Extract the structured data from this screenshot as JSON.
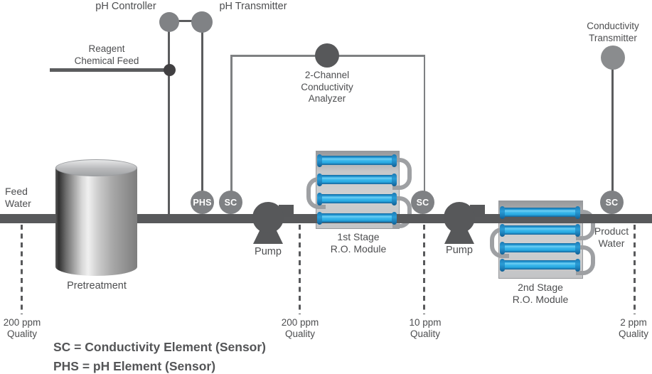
{
  "colors": {
    "pipe": "#58595b",
    "instrument_circle": "#808285",
    "dark_circle": "#57585a",
    "tube_blue": "#29abe2",
    "text": "#4d4e50"
  },
  "top": {
    "ph_controller": "pH Controller",
    "ph_transmitter": "pH Transmitter",
    "reagent_line1": "Reagent",
    "reagent_line2": "Chemical Feed",
    "analyzer_line1": "2-Channel",
    "analyzer_line2": "Conductivity",
    "analyzer_line3": "Analyzer",
    "cond_transmitter_line1": "Conductivity",
    "cond_transmitter_line2": "Transmitter"
  },
  "flow": {
    "feed_water_line1": "Feed",
    "feed_water_line2": "Water",
    "pretreatment": "Pretreatment",
    "pump1": "Pump",
    "pump2": "Pump",
    "module1_line1": "1st Stage",
    "module1_line2": "R.O. Module",
    "module2_line1": "2nd Stage",
    "module2_line2": "R.O. Module",
    "product_water_line1": "Product",
    "product_water_line2": "Water"
  },
  "sensors": {
    "phs": "PHS",
    "sc1": "SC",
    "sc2": "SC",
    "sc3": "SC"
  },
  "quality_markers": [
    {
      "value": "200 ppm",
      "label": "Quality"
    },
    {
      "value": "200 ppm",
      "label": "Quality"
    },
    {
      "value": "10 ppm",
      "label": "Quality"
    },
    {
      "value": "2 ppm",
      "label": "Quality"
    }
  ],
  "legend": {
    "sc": "SC = Conductivity Element (Sensor)",
    "phs": "PHS = pH Element (Sensor)"
  }
}
